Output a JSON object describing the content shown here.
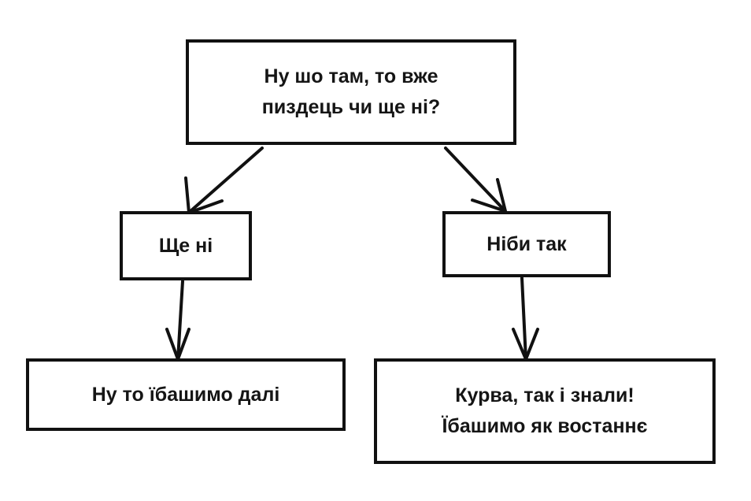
{
  "diagram": {
    "root": {
      "lines": [
        "Ну шо там, то вже",
        "пиздець чи ще ні?"
      ]
    },
    "left_branch": {
      "label": "Ще ні",
      "result": "Ну то їбашимо далі"
    },
    "right_branch": {
      "label": "Ніби так",
      "result_lines": [
        "Курва, так і знали!",
        "Їбашимо як востаннє"
      ]
    }
  }
}
